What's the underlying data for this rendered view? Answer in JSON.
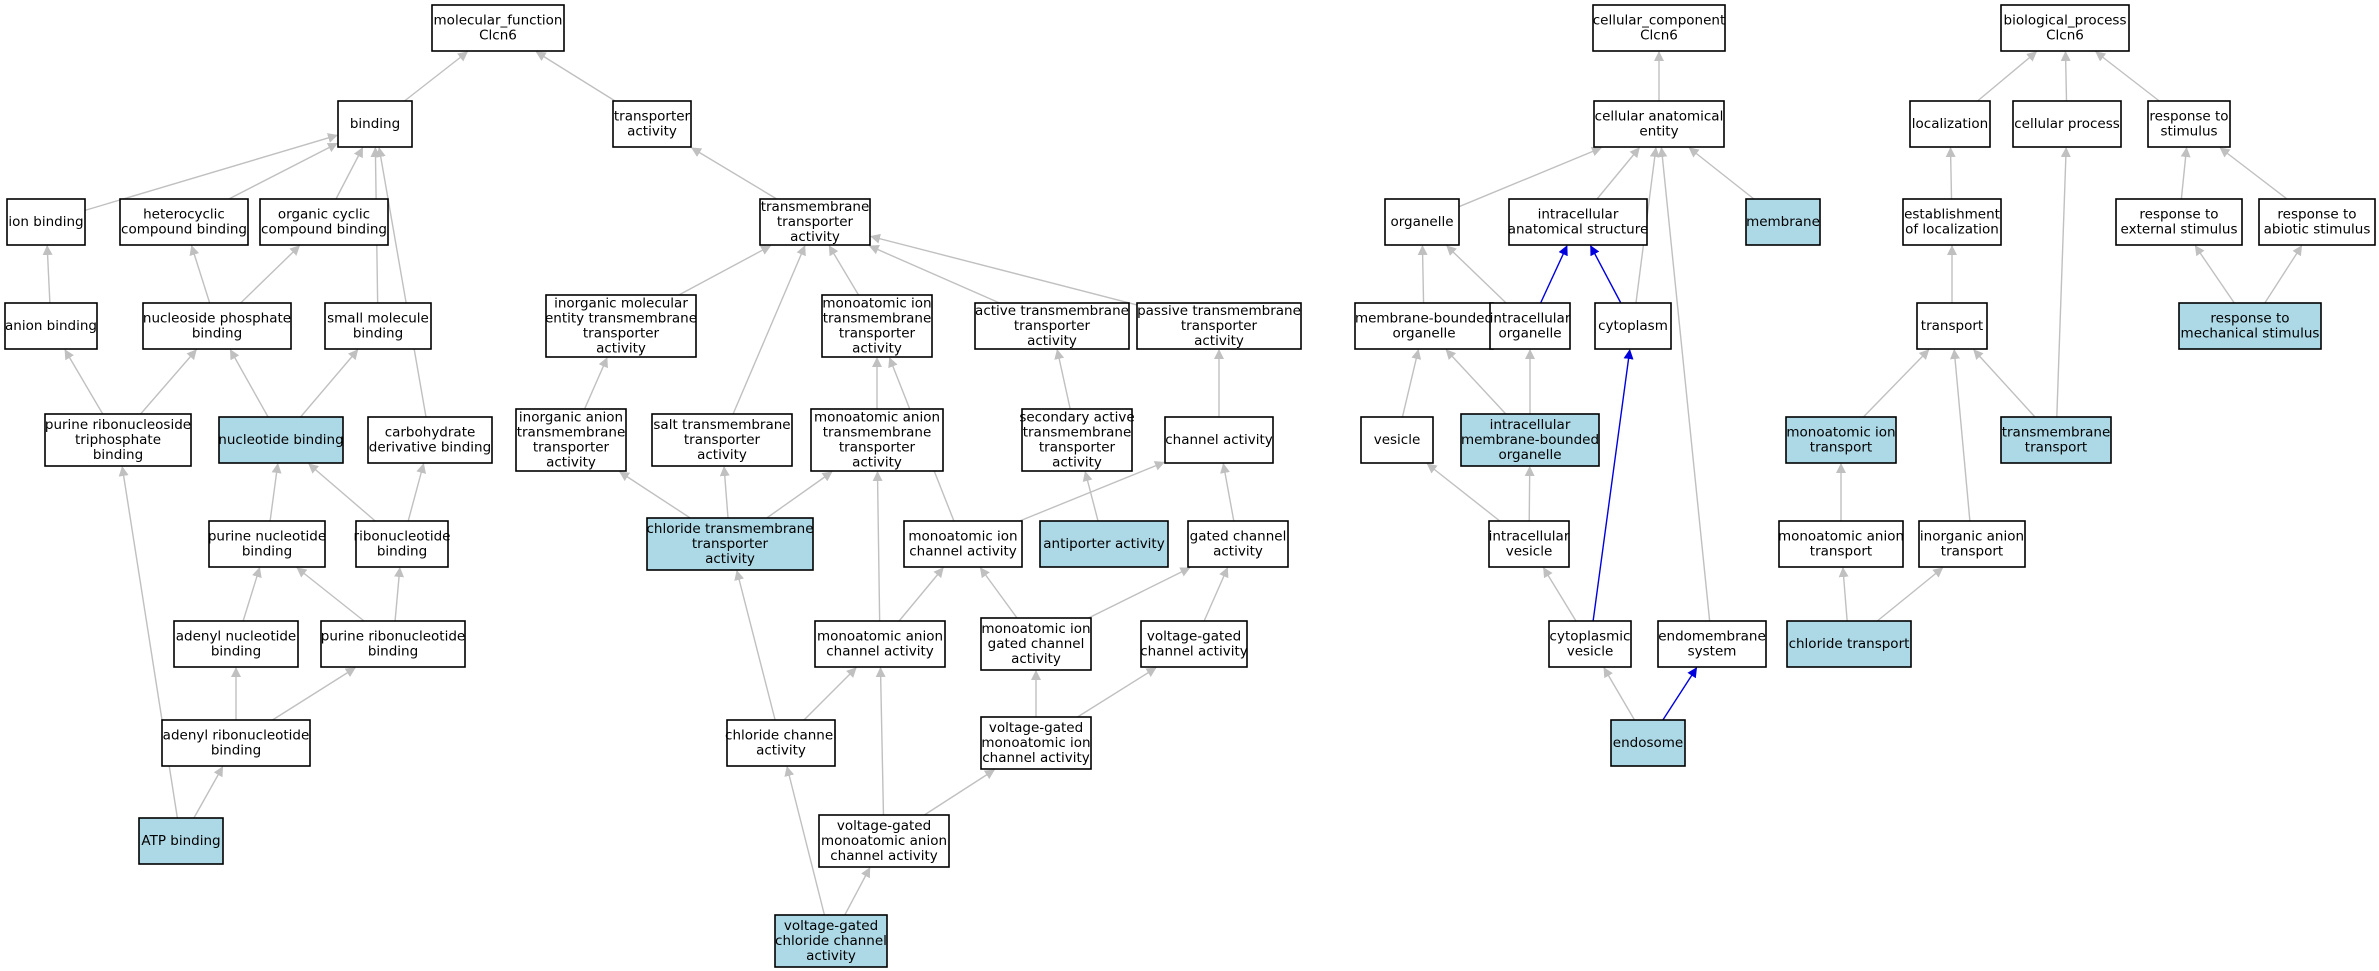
{
  "colors": {
    "highlight": "#add8e6",
    "plain": "#ffffff",
    "edge_gray": "#c0c0c0",
    "edge_blue": "#0000dd",
    "border": "#000000"
  },
  "nodes": [
    {
      "id": "mf",
      "lines": [
        "molecular_function",
        "Clcn6"
      ],
      "hl": false
    },
    {
      "id": "binding",
      "lines": [
        "binding"
      ],
      "hl": false
    },
    {
      "id": "transporter",
      "lines": [
        "transporter",
        "activity"
      ],
      "hl": false
    },
    {
      "id": "ionbind",
      "lines": [
        "ion binding"
      ],
      "hl": false
    },
    {
      "id": "hetero",
      "lines": [
        "heterocyclic",
        "compound binding"
      ],
      "hl": false
    },
    {
      "id": "orgcyc",
      "lines": [
        "organic cyclic",
        "compound binding"
      ],
      "hl": false
    },
    {
      "id": "tmt",
      "lines": [
        "transmembrane",
        "transporter",
        "activity"
      ],
      "hl": false
    },
    {
      "id": "anion",
      "lines": [
        "anion binding"
      ],
      "hl": false
    },
    {
      "id": "nucphos",
      "lines": [
        "nucleoside phosphate",
        "binding"
      ],
      "hl": false
    },
    {
      "id": "smallmol",
      "lines": [
        "small molecule",
        "binding"
      ],
      "hl": false
    },
    {
      "id": "inorgmol",
      "lines": [
        "inorganic molecular",
        "entity transmembrane",
        "transporter",
        "activity"
      ],
      "hl": false
    },
    {
      "id": "monoion_tmt",
      "lines": [
        "monoatomic ion",
        "transmembrane",
        "transporter",
        "activity"
      ],
      "hl": false
    },
    {
      "id": "active_tmt",
      "lines": [
        "active transmembrane",
        "transporter",
        "activity"
      ],
      "hl": false
    },
    {
      "id": "passive_tmt",
      "lines": [
        "passive transmembrane",
        "transporter",
        "activity"
      ],
      "hl": false
    },
    {
      "id": "purribo_tri",
      "lines": [
        "purine ribonucleoside",
        "triphosphate",
        "binding"
      ],
      "hl": false
    },
    {
      "id": "nucbind",
      "lines": [
        "nucleotide binding"
      ],
      "hl": true
    },
    {
      "id": "carbderiv",
      "lines": [
        "carbohydrate",
        "derivative binding"
      ],
      "hl": false
    },
    {
      "id": "inorg_anion_tmt",
      "lines": [
        "inorganic anion",
        "transmembrane",
        "transporter",
        "activity"
      ],
      "hl": false
    },
    {
      "id": "salt_tmt",
      "lines": [
        "salt transmembrane",
        "transporter",
        "activity"
      ],
      "hl": false
    },
    {
      "id": "monoanion_tmt",
      "lines": [
        "monoatomic anion",
        "transmembrane",
        "transporter",
        "activity"
      ],
      "hl": false
    },
    {
      "id": "secactive",
      "lines": [
        "secondary active",
        "transmembrane",
        "transporter",
        "activity"
      ],
      "hl": false
    },
    {
      "id": "channel",
      "lines": [
        "channel activity"
      ],
      "hl": false
    },
    {
      "id": "purnuc",
      "lines": [
        "purine nucleotide",
        "binding"
      ],
      "hl": false
    },
    {
      "id": "ribonuc",
      "lines": [
        "ribonucleotide",
        "binding"
      ],
      "hl": false
    },
    {
      "id": "chloride_tmt",
      "lines": [
        "chloride transmembrane",
        "transporter",
        "activity"
      ],
      "hl": true
    },
    {
      "id": "monoion_chan",
      "lines": [
        "monoatomic ion",
        "channel activity"
      ],
      "hl": false
    },
    {
      "id": "antiporter",
      "lines": [
        "antiporter activity"
      ],
      "hl": true
    },
    {
      "id": "gated",
      "lines": [
        "gated channel",
        "activity"
      ],
      "hl": false
    },
    {
      "id": "adenyl_nuc",
      "lines": [
        "adenyl nucleotide",
        "binding"
      ],
      "hl": false
    },
    {
      "id": "purribo_nuc",
      "lines": [
        "purine ribonucleotide",
        "binding"
      ],
      "hl": false
    },
    {
      "id": "monoanion_chan",
      "lines": [
        "monoatomic anion",
        "channel activity"
      ],
      "hl": false
    },
    {
      "id": "monoion_gated",
      "lines": [
        "monoatomic ion",
        "gated channel",
        "activity"
      ],
      "hl": false
    },
    {
      "id": "vgated",
      "lines": [
        "voltage-gated",
        "channel activity"
      ],
      "hl": false
    },
    {
      "id": "adenyl_ribo",
      "lines": [
        "adenyl ribonucleotide",
        "binding"
      ],
      "hl": false
    },
    {
      "id": "chloride_chan",
      "lines": [
        "chloride channel",
        "activity"
      ],
      "hl": false
    },
    {
      "id": "vg_monoion",
      "lines": [
        "voltage-gated",
        "monoatomic ion",
        "channel activity"
      ],
      "hl": false
    },
    {
      "id": "atp",
      "lines": [
        "ATP binding"
      ],
      "hl": true
    },
    {
      "id": "vg_monoanion",
      "lines": [
        "voltage-gated",
        "monoatomic anion",
        "channel activity"
      ],
      "hl": false
    },
    {
      "id": "vg_chloride",
      "lines": [
        "voltage-gated",
        "chloride channel",
        "activity"
      ],
      "hl": true
    },
    {
      "id": "cc",
      "lines": [
        "cellular_component",
        "Clcn6"
      ],
      "hl": false
    },
    {
      "id": "cae",
      "lines": [
        "cellular anatomical",
        "entity"
      ],
      "hl": false
    },
    {
      "id": "organelle",
      "lines": [
        "organelle"
      ],
      "hl": false
    },
    {
      "id": "ias",
      "lines": [
        "intracellular",
        "anatomical structure"
      ],
      "hl": false
    },
    {
      "id": "membrane",
      "lines": [
        "membrane"
      ],
      "hl": true
    },
    {
      "id": "mbo",
      "lines": [
        "membrane-bounded",
        "organelle"
      ],
      "hl": false
    },
    {
      "id": "io",
      "lines": [
        "intracellular",
        "organelle"
      ],
      "hl": false
    },
    {
      "id": "cytoplasm",
      "lines": [
        "cytoplasm"
      ],
      "hl": false
    },
    {
      "id": "vesicle",
      "lines": [
        "vesicle"
      ],
      "hl": false
    },
    {
      "id": "imbo",
      "lines": [
        "intracellular",
        "membrane-bounded",
        "organelle"
      ],
      "hl": true
    },
    {
      "id": "ivesicle",
      "lines": [
        "intracellular",
        "vesicle"
      ],
      "hl": false
    },
    {
      "id": "cytovesicle",
      "lines": [
        "cytoplasmic",
        "vesicle"
      ],
      "hl": false
    },
    {
      "id": "endomem",
      "lines": [
        "endomembrane",
        "system"
      ],
      "hl": false
    },
    {
      "id": "endosome",
      "lines": [
        "endosome"
      ],
      "hl": true
    },
    {
      "id": "bp",
      "lines": [
        "biological_process",
        "Clcn6"
      ],
      "hl": false
    },
    {
      "id": "localization",
      "lines": [
        "localization"
      ],
      "hl": false
    },
    {
      "id": "cellproc",
      "lines": [
        "cellular process"
      ],
      "hl": false
    },
    {
      "id": "resp_stim",
      "lines": [
        "response to",
        "stimulus"
      ],
      "hl": false
    },
    {
      "id": "estab_loc",
      "lines": [
        "establishment",
        "of localization"
      ],
      "hl": false
    },
    {
      "id": "resp_ext",
      "lines": [
        "response to",
        "external stimulus"
      ],
      "hl": false
    },
    {
      "id": "resp_abiotic",
      "lines": [
        "response to",
        "abiotic stimulus"
      ],
      "hl": false
    },
    {
      "id": "resp_mech",
      "lines": [
        "response to",
        "mechanical stimulus"
      ],
      "hl": true
    },
    {
      "id": "transport",
      "lines": [
        "transport"
      ],
      "hl": false
    },
    {
      "id": "monoion_transport",
      "lines": [
        "monoatomic ion",
        "transport"
      ],
      "hl": true
    },
    {
      "id": "tm_transport",
      "lines": [
        "transmembrane",
        "transport"
      ],
      "hl": true
    },
    {
      "id": "monoanion_transport",
      "lines": [
        "monoatomic anion",
        "transport"
      ],
      "hl": false
    },
    {
      "id": "inorg_anion_transport",
      "lines": [
        "inorganic anion",
        "transport"
      ],
      "hl": false
    },
    {
      "id": "chloride_transport",
      "lines": [
        "chloride transport"
      ],
      "hl": true
    }
  ],
  "edges": [
    [
      "binding",
      "mf",
      "g"
    ],
    [
      "transporter",
      "mf",
      "g"
    ],
    [
      "ionbind",
      "binding",
      "g"
    ],
    [
      "hetero",
      "binding",
      "g"
    ],
    [
      "orgcyc",
      "binding",
      "g"
    ],
    [
      "smallmol",
      "binding",
      "g"
    ],
    [
      "carbderiv",
      "binding",
      "g"
    ],
    [
      "tmt",
      "transporter",
      "g"
    ],
    [
      "anion",
      "ionbind",
      "g"
    ],
    [
      "nucphos",
      "hetero",
      "g"
    ],
    [
      "nucphos",
      "orgcyc",
      "g"
    ],
    [
      "inorgmol",
      "tmt",
      "g"
    ],
    [
      "monoion_tmt",
      "tmt",
      "g"
    ],
    [
      "active_tmt",
      "tmt",
      "g"
    ],
    [
      "passive_tmt",
      "tmt",
      "g"
    ],
    [
      "salt_tmt",
      "tmt",
      "g"
    ],
    [
      "purribo_tri",
      "anion",
      "g"
    ],
    [
      "purribo_tri",
      "nucphos",
      "g"
    ],
    [
      "nucbind",
      "nucphos",
      "g"
    ],
    [
      "nucbind",
      "smallmol",
      "g"
    ],
    [
      "inorg_anion_tmt",
      "inorgmol",
      "g"
    ],
    [
      "monoanion_tmt",
      "monoion_tmt",
      "g"
    ],
    [
      "secactive",
      "active_tmt",
      "g"
    ],
    [
      "channel",
      "passive_tmt",
      "g"
    ],
    [
      "purnuc",
      "nucbind",
      "g"
    ],
    [
      "ribonuc",
      "nucbind",
      "g"
    ],
    [
      "ribonuc",
      "carbderiv",
      "g"
    ],
    [
      "chloride_tmt",
      "inorg_anion_tmt",
      "g"
    ],
    [
      "chloride_tmt",
      "salt_tmt",
      "g"
    ],
    [
      "chloride_tmt",
      "monoanion_tmt",
      "g"
    ],
    [
      "monoion_chan",
      "monoion_tmt",
      "g"
    ],
    [
      "monoion_chan",
      "channel",
      "g"
    ],
    [
      "antiporter",
      "secactive",
      "g"
    ],
    [
      "gated",
      "channel",
      "g"
    ],
    [
      "adenyl_nuc",
      "purnuc",
      "g"
    ],
    [
      "purribo_nuc",
      "purnuc",
      "g"
    ],
    [
      "purribo_nuc",
      "ribonuc",
      "g"
    ],
    [
      "monoanion_chan",
      "monoanion_tmt",
      "g"
    ],
    [
      "monoanion_chan",
      "monoion_chan",
      "g"
    ],
    [
      "monoion_gated",
      "monoion_chan",
      "g"
    ],
    [
      "monoion_gated",
      "gated",
      "g"
    ],
    [
      "vgated",
      "gated",
      "g"
    ],
    [
      "adenyl_ribo",
      "adenyl_nuc",
      "g"
    ],
    [
      "adenyl_ribo",
      "purribo_nuc",
      "g"
    ],
    [
      "chloride_chan",
      "chloride_tmt",
      "g"
    ],
    [
      "chloride_chan",
      "monoanion_chan",
      "g"
    ],
    [
      "vg_monoion",
      "monoion_gated",
      "g"
    ],
    [
      "vg_monoion",
      "vgated",
      "g"
    ],
    [
      "atp",
      "purribo_tri",
      "g"
    ],
    [
      "atp",
      "adenyl_ribo",
      "g"
    ],
    [
      "vg_monoanion",
      "monoanion_chan",
      "g"
    ],
    [
      "vg_monoanion",
      "vg_monoion",
      "g"
    ],
    [
      "vg_chloride",
      "chloride_chan",
      "g"
    ],
    [
      "vg_chloride",
      "vg_monoanion",
      "g"
    ],
    [
      "cae",
      "cc",
      "g"
    ],
    [
      "organelle",
      "cae",
      "g"
    ],
    [
      "ias",
      "cae",
      "g"
    ],
    [
      "membrane",
      "cae",
      "g"
    ],
    [
      "cytoplasm",
      "cae",
      "g"
    ],
    [
      "endomem",
      "cae",
      "g"
    ],
    [
      "mbo",
      "organelle",
      "g"
    ],
    [
      "io",
      "organelle",
      "g"
    ],
    [
      "io",
      "ias",
      "b"
    ],
    [
      "cytoplasm",
      "ias",
      "b"
    ],
    [
      "vesicle",
      "mbo",
      "g"
    ],
    [
      "imbo",
      "mbo",
      "g"
    ],
    [
      "imbo",
      "io",
      "g"
    ],
    [
      "ivesicle",
      "vesicle",
      "g"
    ],
    [
      "ivesicle",
      "imbo",
      "g"
    ],
    [
      "cytovesicle",
      "ivesicle",
      "g"
    ],
    [
      "cytovesicle",
      "cytoplasm",
      "b"
    ],
    [
      "endosome",
      "cytovesicle",
      "g"
    ],
    [
      "endosome",
      "endomem",
      "b"
    ],
    [
      "localization",
      "bp",
      "g"
    ],
    [
      "cellproc",
      "bp",
      "g"
    ],
    [
      "resp_stim",
      "bp",
      "g"
    ],
    [
      "estab_loc",
      "localization",
      "g"
    ],
    [
      "resp_ext",
      "resp_stim",
      "g"
    ],
    [
      "resp_abiotic",
      "resp_stim",
      "g"
    ],
    [
      "resp_mech",
      "resp_ext",
      "g"
    ],
    [
      "resp_mech",
      "resp_abiotic",
      "g"
    ],
    [
      "transport",
      "estab_loc",
      "g"
    ],
    [
      "monoion_transport",
      "transport",
      "g"
    ],
    [
      "tm_transport",
      "transport",
      "g"
    ],
    [
      "tm_transport",
      "cellproc",
      "g"
    ],
    [
      "monoanion_transport",
      "monoion_transport",
      "g"
    ],
    [
      "inorg_anion_transport",
      "transport",
      "g"
    ],
    [
      "chloride_transport",
      "monoanion_transport",
      "g"
    ],
    [
      "chloride_transport",
      "inorg_anion_transport",
      "g"
    ]
  ]
}
